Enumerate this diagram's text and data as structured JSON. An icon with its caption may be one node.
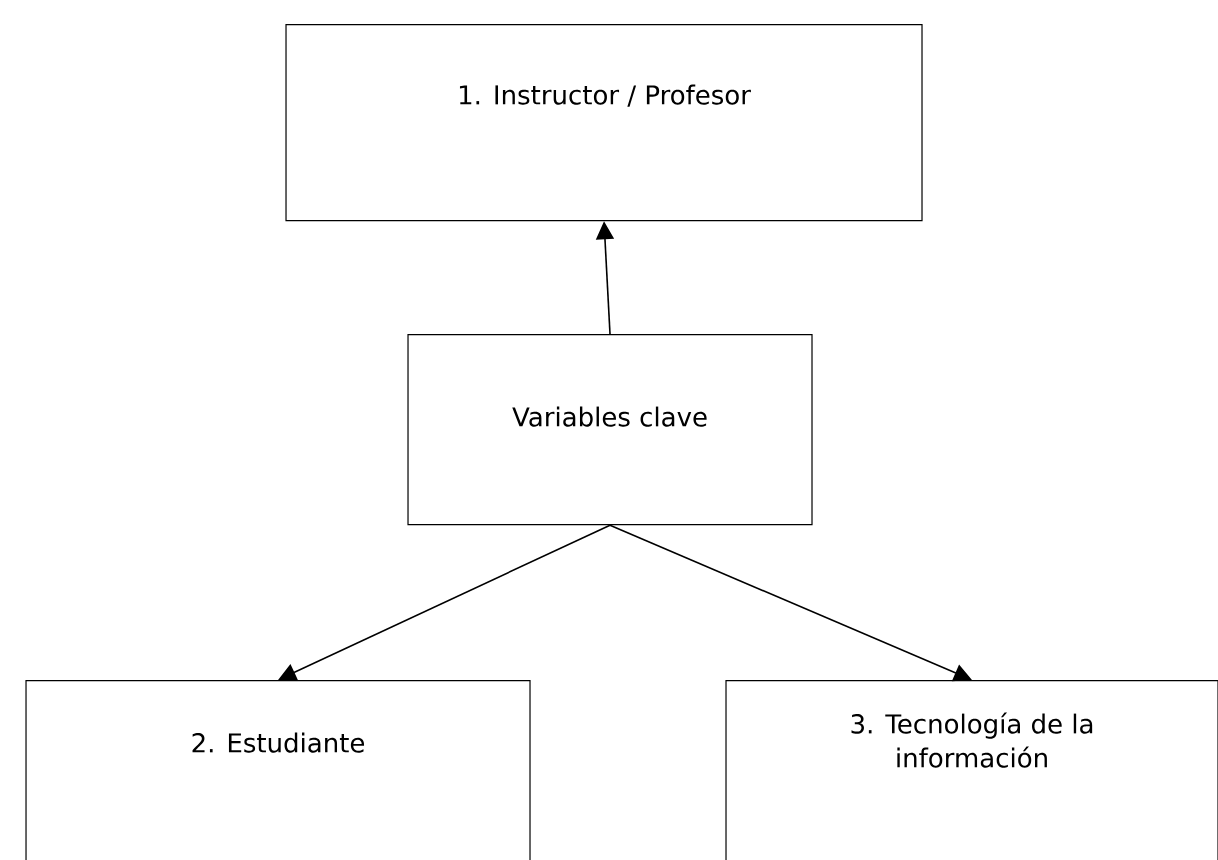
{
  "diagram": {
    "nodes": [
      {
        "text": [
          "1. Instructor / Profesor"
        ]
      },
      {
        "text": [
          "Variables clave"
        ]
      },
      {
        "text": [
          "2. Estudiante"
        ]
      },
      {
        "text": [
          "3. Tecnología de la información"
        ]
      }
    ],
    "edges": [
      {
        "from": 1,
        "to": 0,
        "arrow": "to"
      },
      {
        "from": 1,
        "to": 2,
        "arrow": "to"
      },
      {
        "from": 1,
        "to": 3,
        "arrow": "to"
      }
    ]
  }
}
